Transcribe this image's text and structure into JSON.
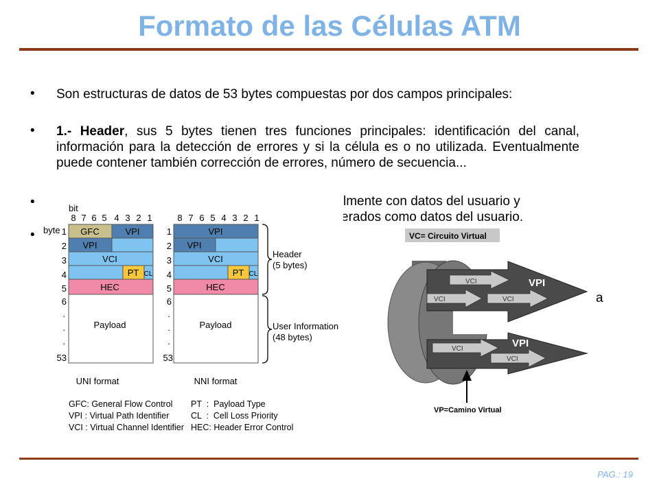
{
  "slide": {
    "title": "Formato de las Células ATM",
    "page": "PAG.: 19"
  },
  "bullets": {
    "b1": "Son estructuras de datos de 53 bytes compuestas por dos campos principales:",
    "b2_bold": "1.- Header",
    "b2_rest": ", sus 5 bytes tienen tres funciones principales: identificación del canal, información para la detección de errores y si la célula es o no utilizada. Eventualmente puede contener también corrección de errores, número de secuencia...",
    "b3_frag1": "lmente con datos del usuario y",
    "b3_frag2": "erados como datos del usuario.",
    "b4_frag": "a",
    "bullet_char": "•"
  },
  "cell_diagram": {
    "bit_label": "bit",
    "byte_label": "byte",
    "bit_numbers": [
      "8",
      "7",
      "6",
      "5",
      "4",
      "3",
      "2",
      "1"
    ],
    "byte_numbers": [
      "1",
      "2",
      "3",
      "4",
      "5",
      "6",
      ".",
      ".",
      ".",
      "53"
    ],
    "uni": {
      "gfc": "GFC",
      "vpi1": "VPI",
      "vpi2": "VPI",
      "vci": "VCI",
      "pt": "PT",
      "cl": "CL",
      "hec": "HEC",
      "payload": "Payload",
      "caption": "UNI format"
    },
    "nni": {
      "vpi1": "VPI",
      "vpi2": "VPI",
      "vci": "VCI",
      "pt": "PT",
      "cl": "CL",
      "hec": "HEC",
      "payload": "Payload",
      "caption": "NNI format"
    },
    "header_brace": {
      "line1": "Header",
      "line2": "(5 bytes)"
    },
    "userinfo_brace": {
      "line1": "User Information",
      "line2": "(48 bytes)"
    },
    "legend_left": [
      "GFC: General Flow Control",
      "VPI : Virtual Path Identifier",
      "VCI : Virtual Channel Identifier"
    ],
    "legend_right": [
      "PT  :  Payload Type",
      "CL  :  Cell Loss Priority",
      "HEC: Header Error Control"
    ],
    "colors": {
      "gfc": "#c8bf8c",
      "vpi": "#4f7fae",
      "vci": "#7fc4f0",
      "pt": "#f8c63a",
      "hec": "#f08aa6"
    }
  },
  "vc_diagram": {
    "vc_label": "VC= Circuito Virtual",
    "vp_label": "VP=Camino Virtual",
    "vpi_label": "VPI",
    "vci_label": "VCI"
  }
}
